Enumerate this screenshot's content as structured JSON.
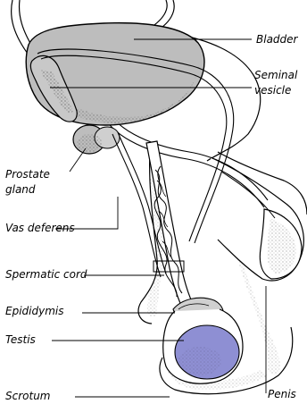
{
  "labels": {
    "bladder": "Bladder",
    "seminal_vesicle_line1": "Seminal",
    "seminal_vesicle_line2": "vesicle",
    "prostate_line1": "Prostate",
    "prostate_line2": "gland",
    "vas_deferens": "Vas deferens",
    "spermatic_cord": "Spermatic cord",
    "epididymis": "Epididymis",
    "testis": "Testis",
    "scrotum": "Scrotum",
    "penis": "Penis"
  },
  "colors": {
    "bladder": "#b8b8b8",
    "prostate": "#b8b8b8",
    "testis": "#8e8fd3",
    "outline": "#000000"
  }
}
